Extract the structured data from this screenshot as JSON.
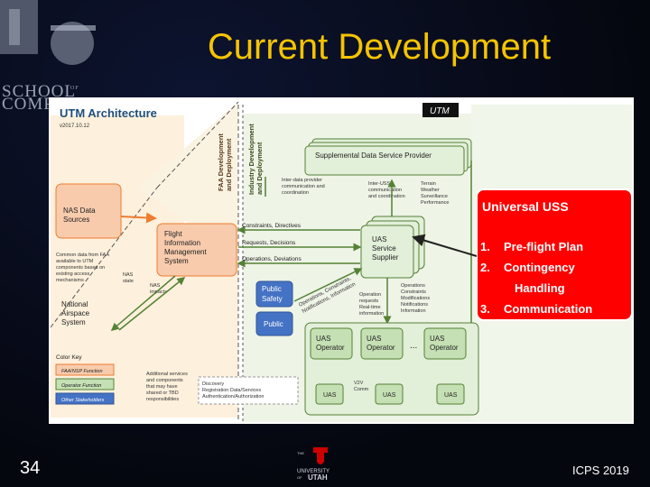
{
  "title": "Current Development",
  "slide_number": "34",
  "footer_right": "ICPS 2019",
  "logo": {
    "line1": "SCHOOL",
    "of": "OF",
    "line2": "COMP"
  },
  "university_logo": {
    "the": "THE",
    "name1": "UNIVERSITY",
    "of": "OF",
    "name2": "UTAH"
  },
  "diagram": {
    "heading": "UTM Architecture",
    "version": "v2017.10.12",
    "utm_badge": "UTM",
    "vertical_labels": [
      "FAA Development",
      "and Deployment",
      "Industry Development",
      "and Deployment"
    ],
    "sdsp": "Supplemental Data Service Provider",
    "inter_dp": [
      "Inter-data provider",
      "communication and",
      "coordination"
    ],
    "inter_uss": [
      "Inter-USS",
      "communication",
      "and coordination"
    ],
    "sdsp_types": [
      "Terrain",
      "Weather",
      "Surveillance",
      "Performance"
    ],
    "nas_data": [
      "NAS Data",
      "Sources"
    ],
    "fims": [
      "Flight",
      "Information",
      "Management",
      "System"
    ],
    "common_data": [
      "Common data from FAA",
      "available to UTM",
      "components based on",
      "existing access",
      "mechanisms"
    ],
    "arrows": {
      "constraints": "Constraints, Directives",
      "requests": "Requests, Decisions",
      "operations": "Operations, Deviations"
    },
    "uss": [
      "UAS",
      "Service",
      "Supplier"
    ],
    "nas_state": [
      "NAS",
      "state"
    ],
    "nas_impacts": [
      "NAS",
      "impacts"
    ],
    "public_safety": [
      "Public",
      "Safety"
    ],
    "public": "Public",
    "diag_ops": [
      "Operations, Constraints,",
      "Notifications, Information"
    ],
    "op_req": [
      "Operation",
      "requests",
      "Real-time",
      "information"
    ],
    "op_list": [
      "Operations",
      "Constraints",
      "Modifications",
      "Notifications",
      "Information"
    ],
    "national": [
      "National",
      "Airspace",
      "System"
    ],
    "operators": [
      [
        "UAS",
        "Operator"
      ],
      [
        "UAS",
        "Operator"
      ],
      [
        "UAS",
        "Operator"
      ]
    ],
    "ellipsis": "...",
    "uas": [
      "UAS",
      "UAS",
      "UAS"
    ],
    "v2v": [
      "V2V",
      "Comm"
    ],
    "color_key": "Color Key",
    "key_items": [
      "FAA/NSP Function",
      "Operator Function",
      "Other Stakeholders"
    ],
    "additional": [
      "Additional services",
      "and components",
      "that may have",
      "shared or TBD",
      "responsibilities"
    ],
    "discovery": [
      "Discovery",
      "Registration Data/Services",
      "Authentication/Authorization"
    ]
  },
  "callout": {
    "title": "Universal USS",
    "items": [
      {
        "num": "1.",
        "text": "Pre-flight Plan"
      },
      {
        "num": "2.",
        "text": "Contingency"
      },
      {
        "num": "",
        "text": "Handling"
      },
      {
        "num": "3.",
        "text": "Communication"
      }
    ]
  },
  "colors": {
    "title": "#f5c400",
    "faa": "#f4b183",
    "operator": "#a9d18e",
    "stakeholder": "#4472c4",
    "callout": "#ff0000"
  }
}
